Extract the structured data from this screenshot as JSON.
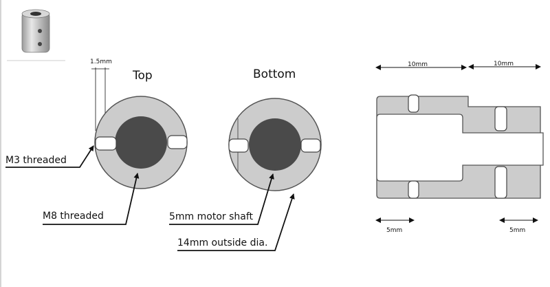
{
  "photo": {
    "icon": "coupler-photo"
  },
  "views": {
    "top_title": "Top",
    "bottom_title": "Bottom"
  },
  "dimensions": {
    "gap": "1.5mm",
    "length_left": "10mm",
    "length_right": "10mm",
    "slot_left": "5mm",
    "slot_right": "5mm"
  },
  "callouts": {
    "m3": "M3 threaded",
    "m8": "M8 threaded",
    "shaft": "5mm motor shaft",
    "outside": "14mm outside dia."
  },
  "colors": {
    "body": "#cccccc",
    "bore": "#4a4a4a",
    "outline": "#555555"
  }
}
